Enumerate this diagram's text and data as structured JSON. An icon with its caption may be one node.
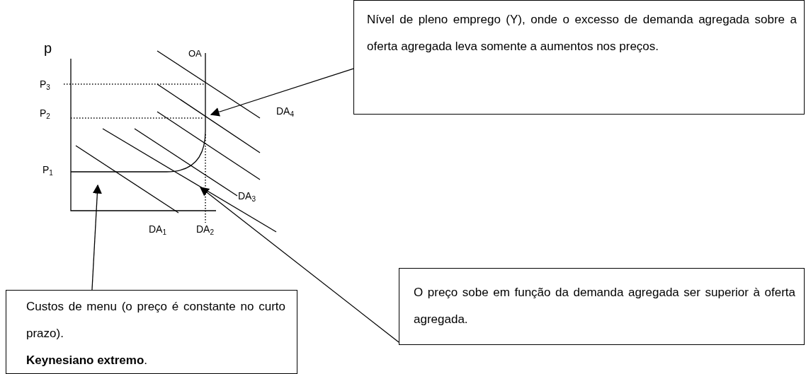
{
  "diagram": {
    "nodes": [
      {
        "text": [
          "Nível de pleno emprego (Y), onde o excesso de demanda agregada sobre a oferta agregada leva somente a aumentos nos preços."
        ]
      },
      {
        "text": [
          "Custos de menu (o preço é constante no curto prazo).",
          "**Keynesiano extremo**."
        ]
      },
      {
        "text": [
          "O preço sobe em função da demanda agregada ser superior à oferta agregada."
        ]
      }
    ],
    "edges": [
      {
        "from": 0,
        "to": null,
        "arrow": "to"
      },
      {
        "from": 1,
        "to": null,
        "arrow": "to"
      },
      {
        "from": 2,
        "to": null,
        "arrow": "to"
      }
    ],
    "labels": [
      "p",
      "OA",
      "P$_{3}$",
      "P$_{2}$",
      "DA$_{4}$",
      "P$_{1}$",
      "DA$_{3}$",
      "DA$_{1}$",
      "DA$_{2}$"
    ]
  }
}
